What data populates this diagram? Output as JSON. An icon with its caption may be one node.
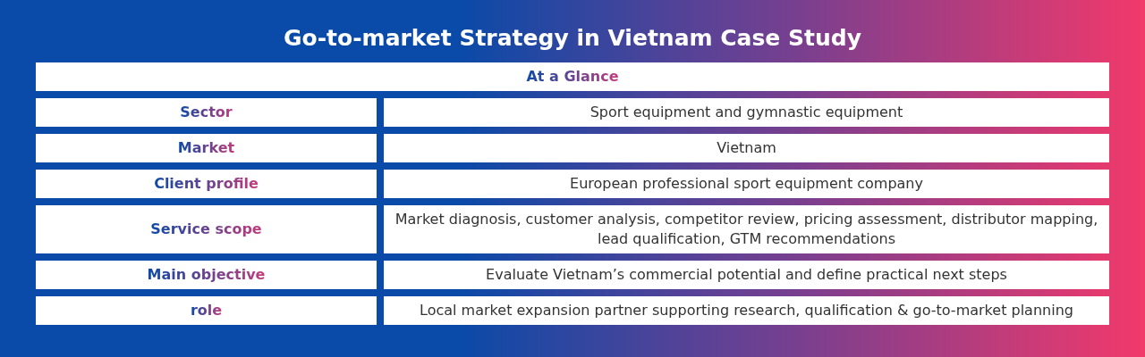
{
  "diagram": {
    "title": "Go-to-market Strategy in Vietnam Case Study",
    "labels": [
      "At a Glance",
      "Sector",
      "Sport equipment and gymnastic equipment",
      "Market",
      "Vietnam",
      "Client profile",
      "European professional sport equipment company",
      "Service scope",
      "Market diagnosis, customer analysis, competitor review, pricing assessment, distributor mapping, lead qualification, GTM recommendations",
      "Main objective",
      "Evaluate Vietnam’s commercial potential and define practical next steps",
      "role",
      "Local market expansion partner supporting research, qualification & go-to-market planning"
    ]
  }
}
